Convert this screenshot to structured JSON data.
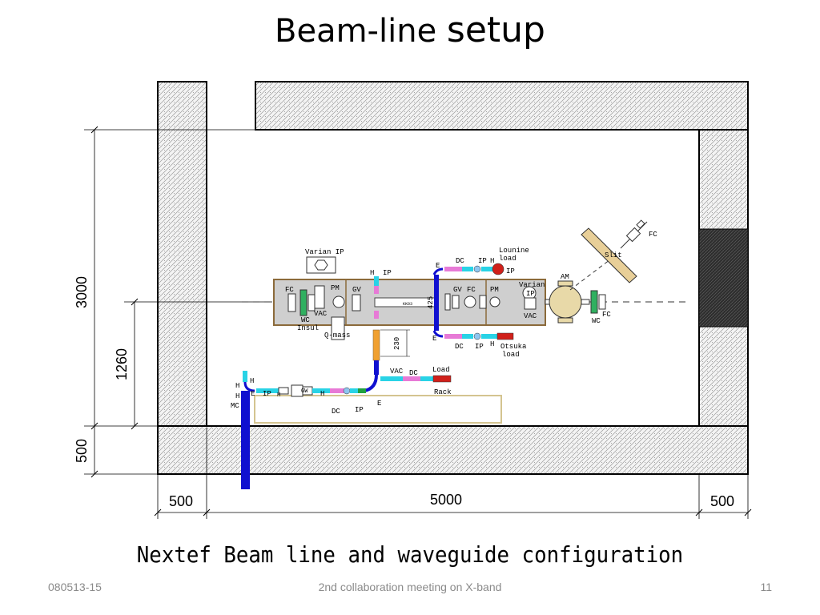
{
  "slide": {
    "title_part1": "Beam-line ",
    "title_part2": "setup",
    "caption": "Nextef Beam line and waveguide configuration",
    "footer_left": "080513-15",
    "footer_center": "2nd collaboration meeting on X-band",
    "footer_right": "11"
  },
  "dimensions": {
    "d3000": "3000",
    "d1260": "1260",
    "d500_left": "500",
    "d500_bottom_left": "500",
    "d5000": "5000",
    "d500_bottom_right": "500",
    "d425": "425",
    "d230": "230"
  },
  "labels": {
    "varian_ip_top": "Varian IP",
    "fc_left": "FC",
    "pm_left": "PM",
    "gv_left": "GV",
    "wc_left": "WC",
    "vac_left": "VAC",
    "insul": "Insul",
    "q_mass": "Q-mass",
    "h_ip_center": "H",
    "ip_center": "IP",
    "e_top": "E",
    "dc_top": "DC",
    "ip_top": "IP",
    "h_top": "H",
    "lounine_load_1": "Lounine",
    "lounine_load_2": "load",
    "ip_red": "IP",
    "gv_right": "GV",
    "fc_right": "FC",
    "pm_right": "PM",
    "varian_right": "Varian",
    "ip_right": "IP",
    "vac_right": "VAC",
    "am": "AM",
    "wc_right": "WC",
    "fc_far": "FC",
    "slit": "Slit",
    "fc_slit": "FC",
    "e_bottom": "E",
    "dc_bottom": "DC",
    "ip_bottom": "IP",
    "h_bottom": "H",
    "otsuka_1": "Otsuka",
    "otsuka_2": "load",
    "vac_wg": "VAC",
    "dc_wg": "DC",
    "load_wg": "Load",
    "rack": "Rack",
    "e_wg": "E",
    "dc_rack": "DC",
    "ip_rack": "IP",
    "h_mc1": "H",
    "h_mc2": "H",
    "h_mc3": "H",
    "mc": "MC",
    "e_mc": "E",
    "ip_mc": "IP",
    "h_small": "H",
    "gw": "GW",
    "h_line": "H",
    "kk03": "KK03"
  },
  "colors": {
    "wall_fill": "#e8e8e8",
    "shield_dark": "#3a3a3a",
    "table_fill": "#cfcfcf",
    "table_border": "#8b6a3a",
    "waveguide_blue": "#1010d0",
    "cyan": "#29d3e6",
    "pink": "#e77ad6",
    "orange": "#f0a030",
    "green": "#20a040",
    "red": "#d0201a",
    "slit_fill": "#e8cf98",
    "am_fill": "#e8d9a8"
  }
}
